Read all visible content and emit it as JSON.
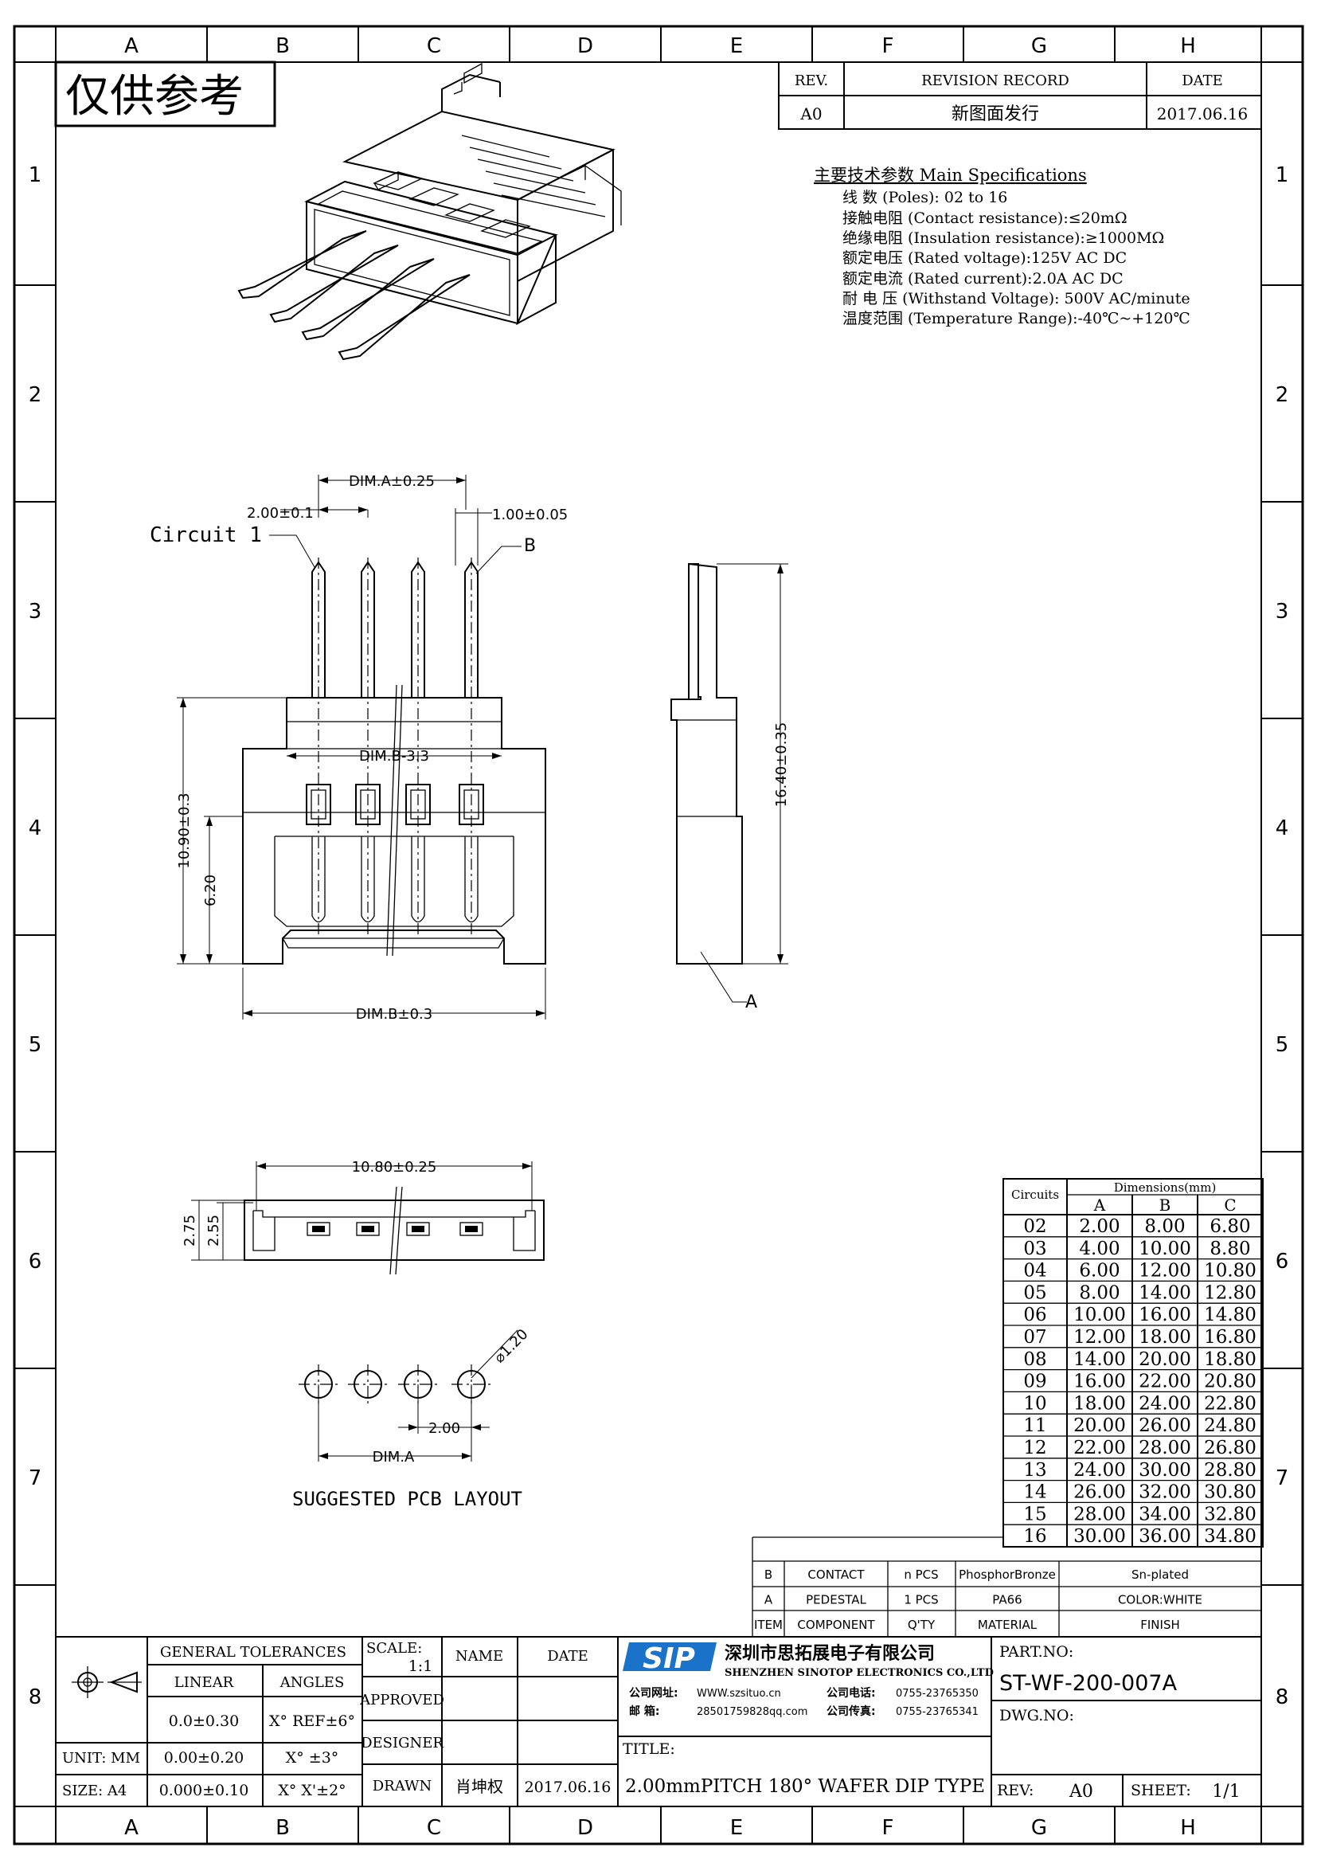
{
  "stamp": "仅供参考",
  "zone_cols": [
    "A",
    "B",
    "C",
    "D",
    "E",
    "F",
    "G",
    "H"
  ],
  "zone_rows": [
    "1",
    "2",
    "3",
    "4",
    "5",
    "6",
    "7",
    "8"
  ],
  "revision": {
    "headers": [
      "REV.",
      "REVISION RECORD",
      "DATE"
    ],
    "row": [
      "A0",
      "新图面发行",
      "2017.06.16"
    ]
  },
  "specs": {
    "title": "主要技术参数 Main Specifications",
    "lines": [
      "线    数 (Poles): 02 to 16",
      "接触电阻 (Contact resistance):≤20mΩ",
      "绝缘电阻 (Insulation resistance):≥1000MΩ",
      "额定电压 (Rated voltage):125V AC DC",
      "额定电流 (Rated current):2.0A AC DC",
      "耐 电 压 (Withstand Voltage): 500V AC/minute",
      "温度范围 (Temperature Range):-40℃~+120℃"
    ]
  },
  "labels": {
    "circuit1": "Circuit 1",
    "b": "B",
    "a": "A",
    "pcb": "SUGGESTED PCB LAYOUT"
  },
  "dims": {
    "dima": "DIM.A±0.25",
    "pitch": "2.00±0.1",
    "pin": "1.00±0.05",
    "dimb33": "DIM.B-3.3",
    "h1090": "10.90±0.3",
    "h620": "6.20",
    "dimb03": "DIM.B±0.3",
    "h1640": "16.40±0.35",
    "w1080": "10.80±0.25",
    "h275": "2.75",
    "h255": "2.55",
    "hole": "⌀1.20",
    "pcbpitch": "2.00",
    "pcbdima": "DIM.A"
  },
  "dimtable": {
    "title": "Dimensions(mm)",
    "circuits_label": "Circuits",
    "cols": [
      "A",
      "B",
      "C"
    ],
    "rows": [
      [
        "02",
        "2.00",
        "8.00",
        "6.80"
      ],
      [
        "03",
        "4.00",
        "10.00",
        "8.80"
      ],
      [
        "04",
        "6.00",
        "12.00",
        "10.80"
      ],
      [
        "05",
        "8.00",
        "14.00",
        "12.80"
      ],
      [
        "06",
        "10.00",
        "16.00",
        "14.80"
      ],
      [
        "07",
        "12.00",
        "18.00",
        "16.80"
      ],
      [
        "08",
        "14.00",
        "20.00",
        "18.80"
      ],
      [
        "09",
        "16.00",
        "22.00",
        "20.80"
      ],
      [
        "10",
        "18.00",
        "24.00",
        "22.80"
      ],
      [
        "11",
        "20.00",
        "26.00",
        "24.80"
      ],
      [
        "12",
        "22.00",
        "28.00",
        "26.80"
      ],
      [
        "13",
        "24.00",
        "30.00",
        "28.80"
      ],
      [
        "14",
        "26.00",
        "32.00",
        "30.80"
      ],
      [
        "15",
        "28.00",
        "34.00",
        "32.80"
      ],
      [
        "16",
        "30.00",
        "36.00",
        "34.80"
      ]
    ]
  },
  "bom": {
    "rows": [
      [
        "B",
        "CONTACT",
        "n PCS",
        "PhosphorBronze",
        "Sn-plated"
      ],
      [
        "A",
        "PEDESTAL",
        "1 PCS",
        "PA66",
        "COLOR:WHITE"
      ],
      [
        "ITEM",
        "COMPONENT",
        "Q'TY",
        "MATERIAL",
        "FINISH"
      ]
    ]
  },
  "titleblock": {
    "gen_tol": "GENERAL TOLERANCES",
    "linear": "LINEAR",
    "angles": "ANGLES",
    "tol_rows": [
      [
        "0.0±0.30",
        "X° REF±6°"
      ],
      [
        "0.00±0.20",
        "X° ±3°"
      ],
      [
        "0.000±0.10",
        "X° X'±2°"
      ]
    ],
    "unit": "UNIT: MM",
    "size": "SIZE: A4",
    "scale_label": "SCALE:",
    "scale": "1:1",
    "name": "NAME",
    "date": "DATE",
    "approved": "APPROVED",
    "designer": "DESIGNER",
    "drawn": "DRAWN",
    "drawn_name": "肖坤权",
    "drawn_date": "2017.06.16",
    "logo": "SIP",
    "company_cn": "深圳市思拓展电子有限公司",
    "company_en": "SHENZHEN SINOTOP ELECTRONICS CO.,LTD",
    "web_label": "公司网址:",
    "web": "WWW.szsituo.cn",
    "tel_label": "公司电话:",
    "tel": "0755-23765350",
    "mail_label": "邮    箱:",
    "mail": "28501759828qq.com",
    "fax_label": "公司传真:",
    "fax": "0755-23765341",
    "title_label": "TITLE:",
    "title": "2.00mmPITCH 180° WAFER DIP TYPE",
    "partno_label": "PART.NO:",
    "partno": "ST-WF-200-007A",
    "dwgno_label": "DWG.NO:",
    "rev_label": "REV:",
    "rev": "A0",
    "sheet_label": "SHEET:",
    "sheet": "1/1"
  }
}
